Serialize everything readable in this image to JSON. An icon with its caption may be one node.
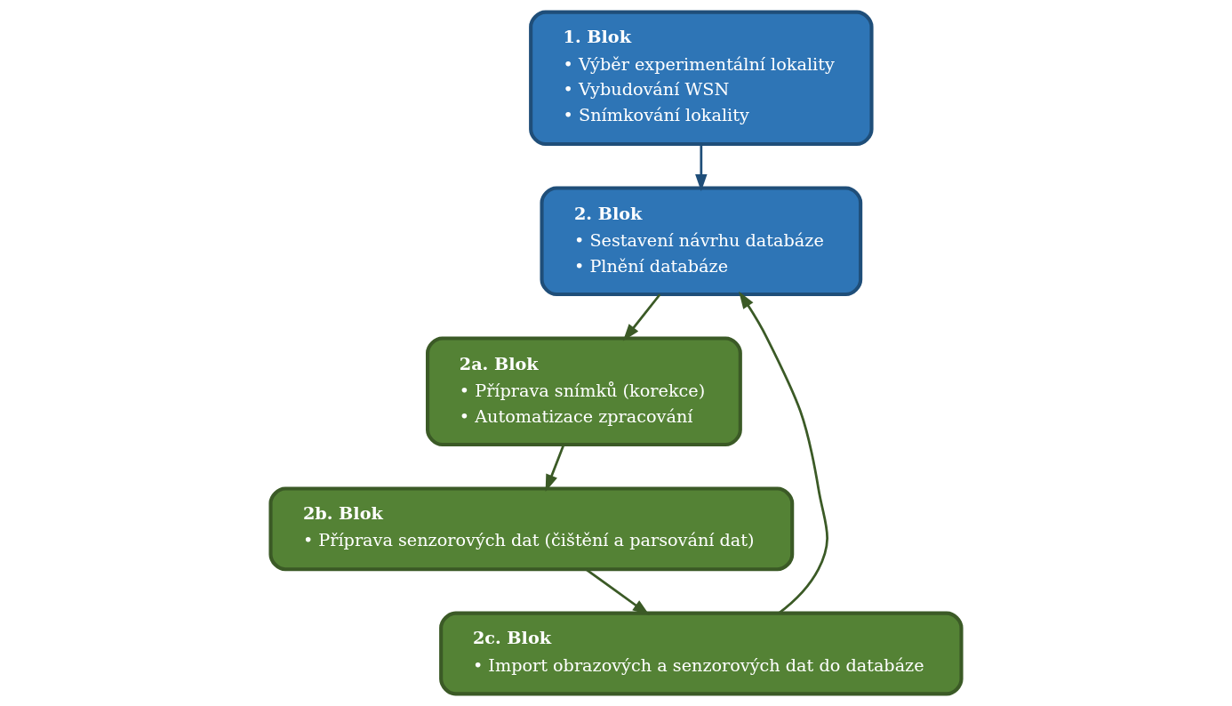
{
  "diagram": {
    "nodes": [
      {
        "text": [
          "1. Blok",
          "• Výběr experimentální lokality",
          "• Vybudování WSN",
          "• Snímkování lokality"
        ]
      },
      {
        "text": [
          "2. Blok",
          "• Sestavení návrhu databáze",
          "• Plnění databáze"
        ]
      },
      {
        "text": [
          "2a. Blok",
          "• Příprava snímků (korekce)",
          "• Automatizace zpracování"
        ]
      },
      {
        "text": [
          "2b. Blok",
          "• Příprava senzorových dat (čištění a parsování dat)"
        ]
      },
      {
        "text": [
          "2c. Blok",
          "• Import obrazových a senzorových dat do databáze"
        ]
      }
    ],
    "edges": [
      {
        "from": 0,
        "to": 1,
        "arrow": "to",
        "color": "#1f4e79"
      },
      {
        "from": 1,
        "to": 2,
        "arrow": "to"
      },
      {
        "from": 2,
        "to": 3,
        "arrow": "to"
      },
      {
        "from": 3,
        "to": 4,
        "arrow": "to"
      },
      {
        "from": 4,
        "to": 1,
        "arrow": "to"
      }
    ]
  }
}
